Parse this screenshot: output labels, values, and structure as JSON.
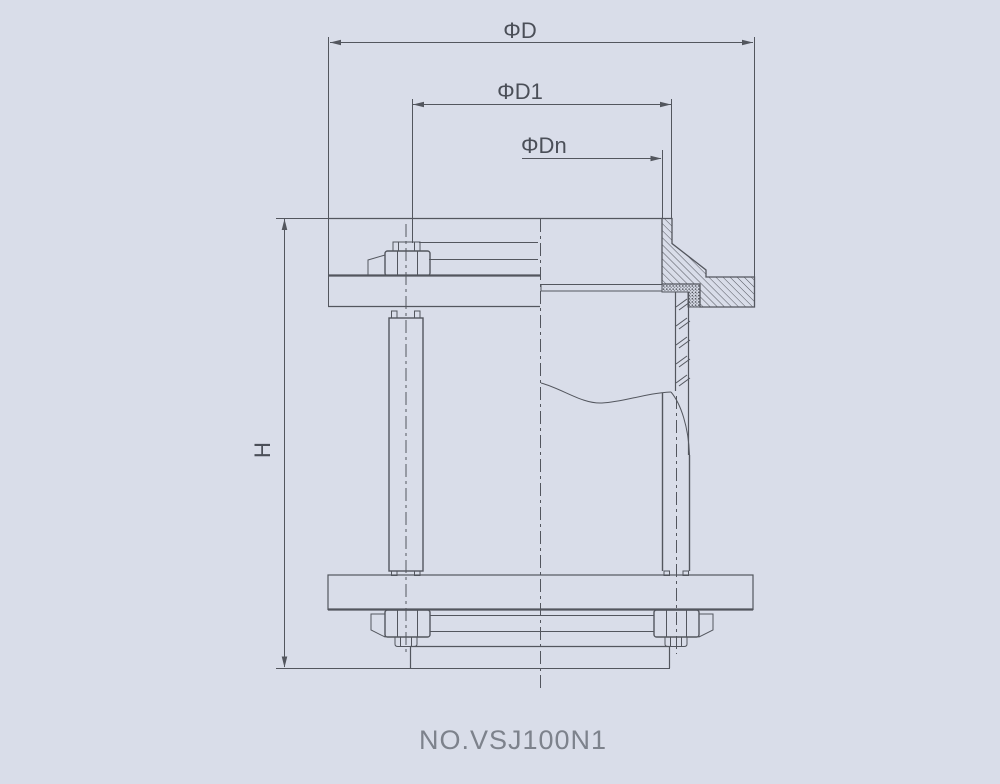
{
  "drawing": {
    "caption": "NO.VSJ100N1",
    "labels": {
      "outer_diameter": "ΦD",
      "bolt_circle_diameter": "ΦD1",
      "nominal_diameter": "ΦDn",
      "height": "H"
    },
    "colors": {
      "background": "#d9dde9",
      "line": "#53565e",
      "dimension_text": "#4b4f58",
      "caption_text": "#7d828c"
    }
  }
}
